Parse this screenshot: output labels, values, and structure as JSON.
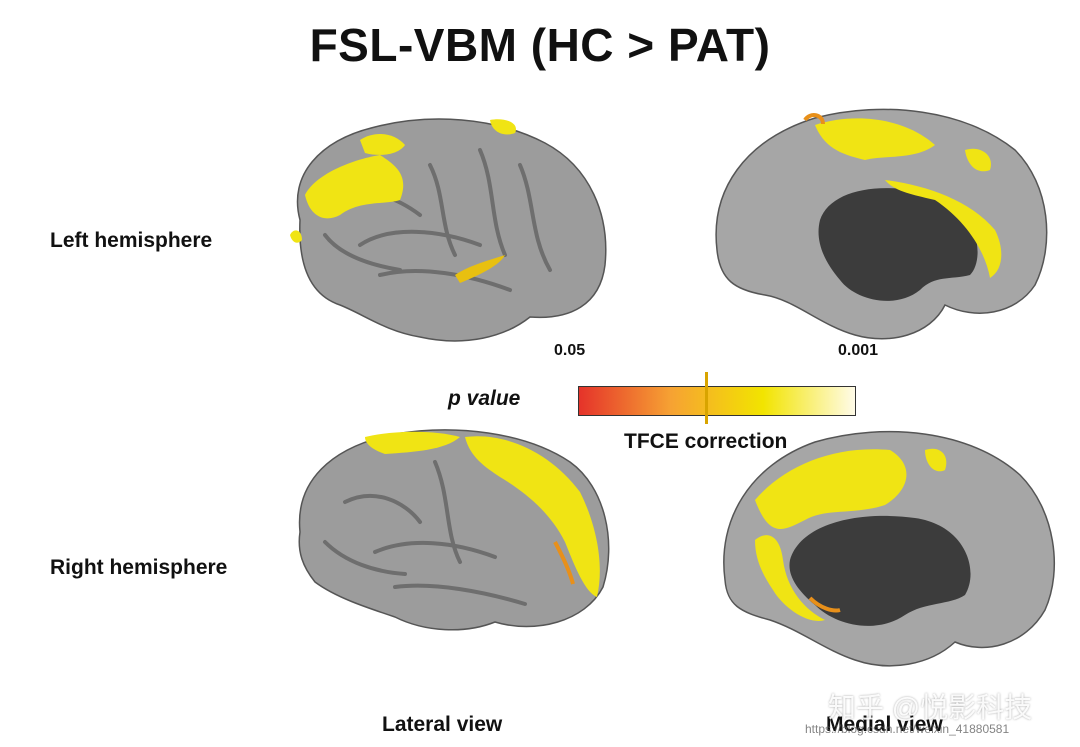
{
  "figure": {
    "title": "FSL-VBM (HC > PAT)",
    "rows": {
      "left": "Left hemisphere",
      "right": "Right hemisphere"
    },
    "views": {
      "lateral": "Lateral view",
      "medial": "Medial view"
    },
    "scale": {
      "label": "p value",
      "low": "0.05",
      "high": "0.001",
      "correction": "TFCE correction",
      "colors": [
        "#e5332a",
        "#f6a233",
        "#f2e400",
        "#fffbe8"
      ]
    },
    "overlay_colors": {
      "cortex": "#9c9c9c",
      "sulcus": "#6e6e6e",
      "significant": "#f0e414",
      "edge": "#e8901a",
      "callosum": "#3c3c3c"
    }
  },
  "watermark": {
    "text": "知乎 @悦影科技",
    "url": "https://blog.csdn.net/weixin_41880581"
  }
}
